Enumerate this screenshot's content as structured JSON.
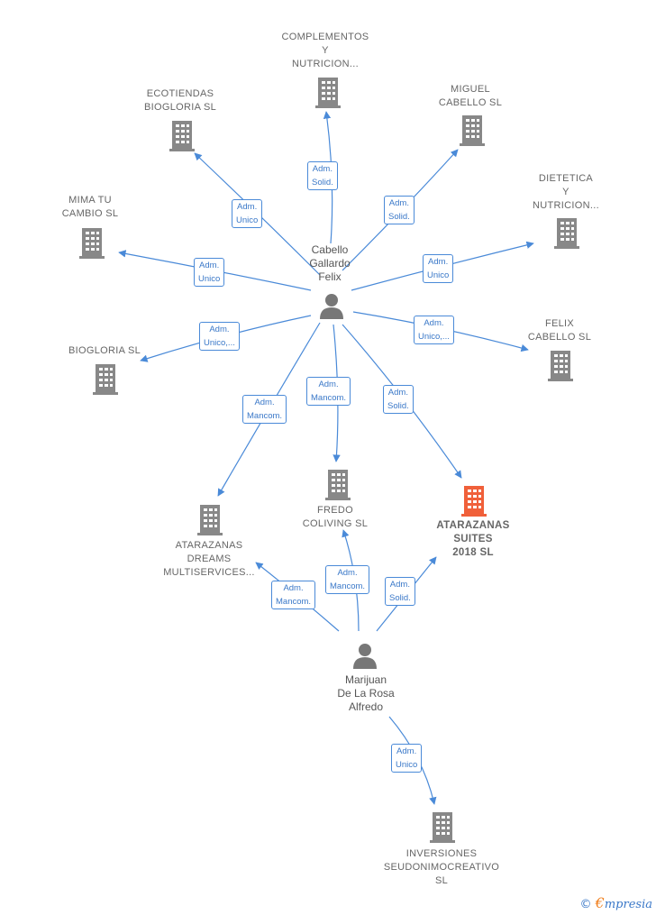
{
  "colors": {
    "edge": "#4a8ad8",
    "building": "#888888",
    "building_main": "#f0603a",
    "person": "#777777"
  },
  "persons": {
    "cabello": "Cabello\nGallardo\nFelix",
    "marijuan": "Marijuan\nDe La Rosa\nAlfredo"
  },
  "companies": {
    "complementos": "COMPLEMENTOS\nY\nNUTRICION...",
    "ecotiendas": "ECOTIENDAS\nBIOGLORIA  SL",
    "miguel": "MIGUEL\nCABELLO SL",
    "dietetica": "DIETETICA\nY\nNUTRICION...",
    "mima": "MIMA TU\nCAMBIO  SL",
    "felix": "FELIX\nCABELLO  SL",
    "biogloria": "BIOGLORIA SL",
    "atarazanas_dreams": "ATARAZANAS\nDREAMS\nMULTISERVICES...",
    "fredo": "FREDO\nCOLIVING  SL",
    "atarazanas_suites": "ATARAZANAS\nSUITES\n2018  SL",
    "inversiones": "INVERSIONES\nSEUDONIMOCREATIVO\nSL"
  },
  "roles": {
    "r_complementos": "Adm.\nSolid.",
    "r_ecotiendas": "Adm.\nUnico",
    "r_miguel": "Adm.\nSolid.",
    "r_dietetica": "Adm.\nUnico",
    "r_mima": "Adm.\nUnico",
    "r_felix": "Adm.\nUnico,...",
    "r_biogloria": "Adm.\nUnico,...",
    "r_dreams_c": "Adm.\nMancom.",
    "r_fredo_c": "Adm.\nMancom.",
    "r_suites_c": "Adm.\nSolid.",
    "r_dreams_m": "Adm.\nMancom.",
    "r_fredo_m": "Adm.\nMancom.",
    "r_suites_m": "Adm.\nSolid.",
    "r_inversiones": "Adm.\nUnico"
  },
  "brand": {
    "copyright": "©",
    "e": "€",
    "name": "mpresia"
  }
}
